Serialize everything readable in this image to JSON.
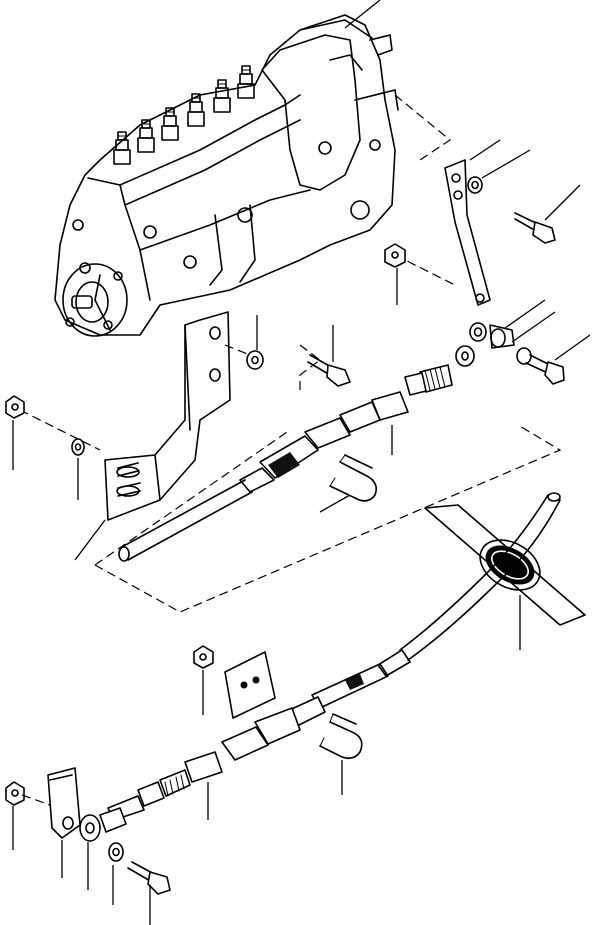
{
  "figure": {
    "kind": "exploded-parts-diagram",
    "callout_labels_visible": false
  },
  "components": [
    {
      "id": "injection-pump",
      "icon": "fuel-injection-pump-icon"
    },
    {
      "id": "upper-bracket-right",
      "icon": "bracket-icon"
    },
    {
      "id": "upper-bracket-left",
      "icon": "bracket-icon"
    },
    {
      "id": "upper-cable",
      "icon": "control-cable-icon"
    },
    {
      "id": "grommet-plate",
      "icon": "grommet-plate-icon"
    },
    {
      "id": "lower-cable",
      "icon": "control-cable-icon"
    },
    {
      "id": "lower-clamp-plate",
      "icon": "plate-icon"
    },
    {
      "id": "lower-lever",
      "icon": "lever-icon"
    },
    {
      "id": "u-bolts",
      "icon": "u-bolt-icon"
    },
    {
      "id": "nuts-washers-bolts",
      "icon": "fastener-icon"
    }
  ]
}
